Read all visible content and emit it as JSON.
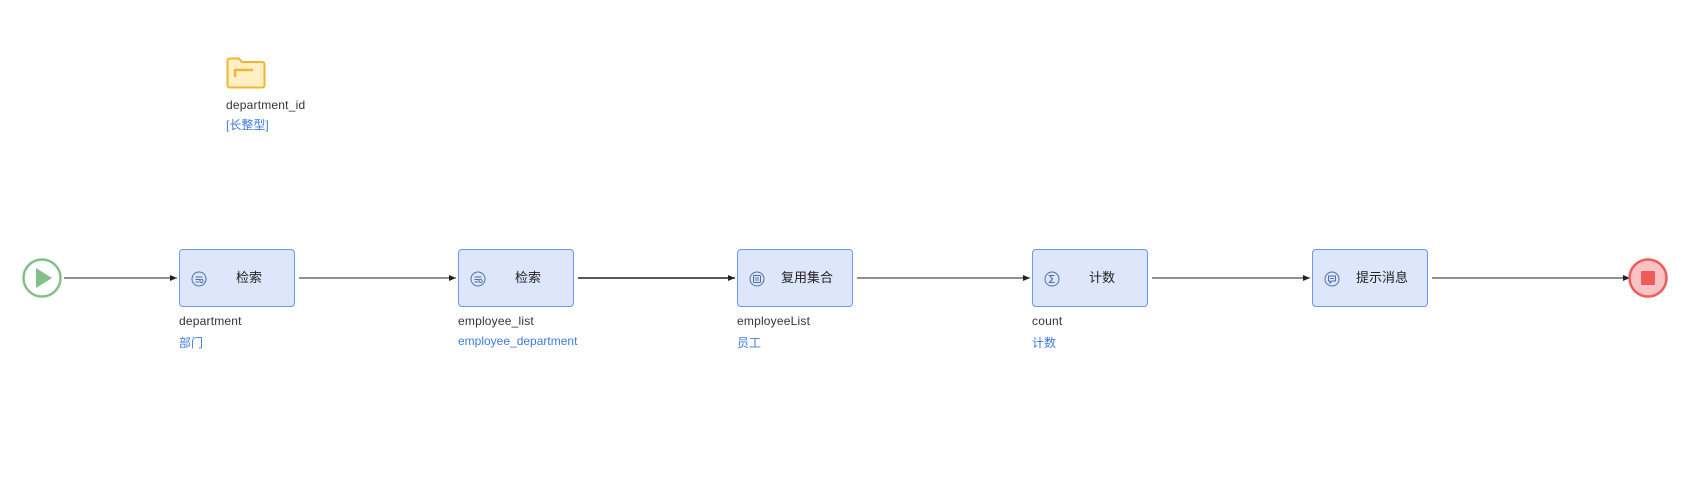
{
  "parameter": {
    "name": "department_id",
    "type": "[长整型]",
    "icon": "folder-icon"
  },
  "start": {
    "icon": "play-icon",
    "color": "#82c08a"
  },
  "end": {
    "icon": "stop-icon",
    "color": "#ef5b5b"
  },
  "nodes": [
    {
      "label": "检索",
      "icon": "retrieve-icon",
      "var": "department",
      "type": "部门"
    },
    {
      "label": "检索",
      "icon": "retrieve-icon",
      "var": "employee_list",
      "type": "employee_department"
    },
    {
      "label": "复用集合",
      "icon": "list-icon",
      "var": "employeeList",
      "type": "员工"
    },
    {
      "label": "计数",
      "icon": "sigma-icon",
      "var": "count",
      "type": "计数"
    },
    {
      "label": "提示消息",
      "icon": "message-icon",
      "var": "",
      "type": ""
    }
  ],
  "colors": {
    "node_fill": "#dde6fb",
    "node_border": "#6b97ef",
    "type_text": "#3d7be0",
    "folder": "#f0b532"
  }
}
